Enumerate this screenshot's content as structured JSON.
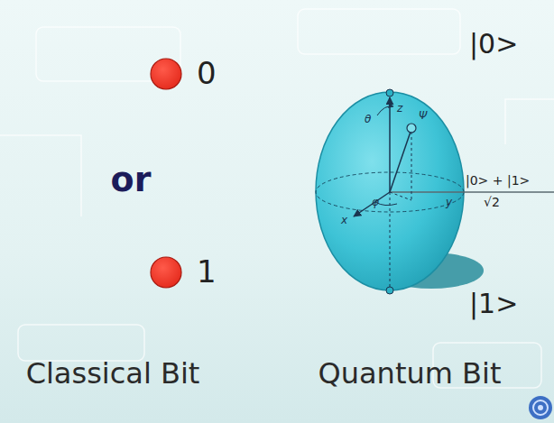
{
  "diagram": {
    "labels": [
      "0",
      "or",
      "1",
      "Classical Bit",
      "|0>",
      "z",
      "θ",
      "Ψ",
      "y",
      "x",
      "φ",
      "|0> + |1>",
      "√2",
      "|1>",
      "Quantum Bit"
    ]
  }
}
